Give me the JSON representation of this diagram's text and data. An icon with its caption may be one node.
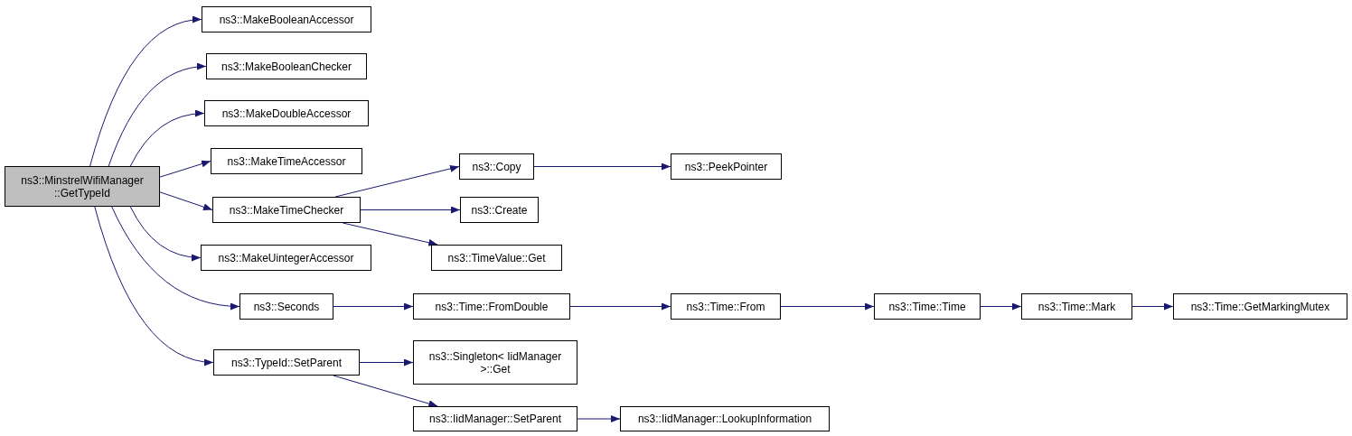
{
  "diagram": {
    "nodes": [
      {
        "text": [
          "ns3::MinstrelWifiManager ::GetTypeId"
        ]
      },
      {
        "text": [
          "ns3::MakeBooleanAccessor"
        ]
      },
      {
        "text": [
          "ns3::MakeBooleanChecker"
        ]
      },
      {
        "text": [
          "ns3::MakeDoubleAccessor"
        ]
      },
      {
        "text": [
          "ns3::MakeTimeAccessor"
        ]
      },
      {
        "text": [
          "ns3::MakeTimeChecker"
        ]
      },
      {
        "text": [
          "ns3::MakeUintegerAccessor"
        ]
      },
      {
        "text": [
          "ns3::Seconds"
        ]
      },
      {
        "text": [
          "ns3::TypeId::SetParent"
        ]
      },
      {
        "text": [
          "ns3::Copy"
        ]
      },
      {
        "text": [
          "ns3::PeekPointer"
        ]
      },
      {
        "text": [
          "ns3::Create"
        ]
      },
      {
        "text": [
          "ns3::TimeValue::Get"
        ]
      },
      {
        "text": [
          "ns3::Time::FromDouble"
        ]
      },
      {
        "text": [
          "ns3::Time::From"
        ]
      },
      {
        "text": [
          "ns3::Time::Time"
        ]
      },
      {
        "text": [
          "ns3::Time::Mark"
        ]
      },
      {
        "text": [
          "ns3::Time::GetMarkingMutex"
        ]
      },
      {
        "text": [
          "ns3::Singleton< IidManager >::Get"
        ]
      },
      {
        "text": [
          "ns3::IidManager::SetParent"
        ]
      },
      {
        "text": [
          "ns3::IidManager::LookupInformation"
        ]
      }
    ],
    "edges": [
      {
        "from": 0,
        "to": 1,
        "arrow": "to"
      },
      {
        "from": 0,
        "to": 2,
        "arrow": "to"
      },
      {
        "from": 0,
        "to": 3,
        "arrow": "to"
      },
      {
        "from": 0,
        "to": 4,
        "arrow": "to"
      },
      {
        "from": 0,
        "to": 5,
        "arrow": "to"
      },
      {
        "from": 0,
        "to": 6,
        "arrow": "to"
      },
      {
        "from": 0,
        "to": 7,
        "arrow": "to"
      },
      {
        "from": 0,
        "to": 8,
        "arrow": "to"
      },
      {
        "from": 5,
        "to": 9,
        "arrow": "to"
      },
      {
        "from": 5,
        "to": 11,
        "arrow": "to"
      },
      {
        "from": 5,
        "to": 12,
        "arrow": "to"
      },
      {
        "from": 9,
        "to": 10,
        "arrow": "to"
      },
      {
        "from": 7,
        "to": 13,
        "arrow": "to"
      },
      {
        "from": 13,
        "to": 14,
        "arrow": "to"
      },
      {
        "from": 14,
        "to": 15,
        "arrow": "to"
      },
      {
        "from": 15,
        "to": 16,
        "arrow": "to"
      },
      {
        "from": 16,
        "to": 17,
        "arrow": "to"
      },
      {
        "from": 8,
        "to": 18,
        "arrow": "to"
      },
      {
        "from": 8,
        "to": 19,
        "arrow": "to"
      },
      {
        "from": 19,
        "to": 20,
        "arrow": "to"
      }
    ]
  }
}
